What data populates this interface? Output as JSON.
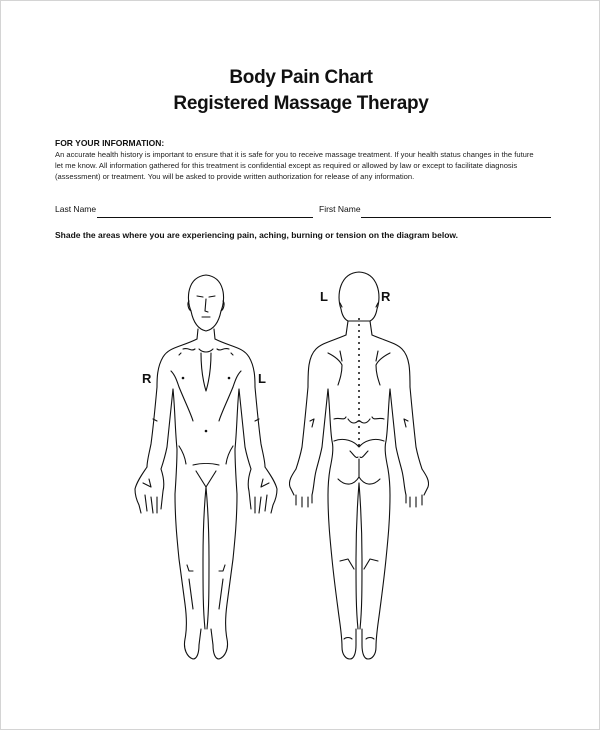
{
  "document": {
    "title_line1": "Body Pain Chart",
    "title_line2": "Registered Massage Therapy"
  },
  "information": {
    "heading": "FOR YOUR INFORMATION:",
    "lines": [
      "An accurate health history is important to ensure that it is safe for you to receive massage treatment. If your health status changes in the future",
      "let me know.  All information gathered for this treatment is confidential except as required or allowed by law or except to facilitate diagnosis",
      "(assessment) or treatment.  You will be asked to provide written authorization for release of any information."
    ]
  },
  "form": {
    "last_name_label": "Last Name",
    "last_name_value": "",
    "first_name_label": "First Name",
    "first_name_value": ""
  },
  "instructions": "Shade the areas where you are experiencing pain, aching, burning or tension on the diagram below.",
  "diagram": {
    "front_view": {
      "left_side_label": "R",
      "right_side_label": "L"
    },
    "back_view": {
      "left_side_label": "L",
      "right_side_label": "R"
    }
  }
}
